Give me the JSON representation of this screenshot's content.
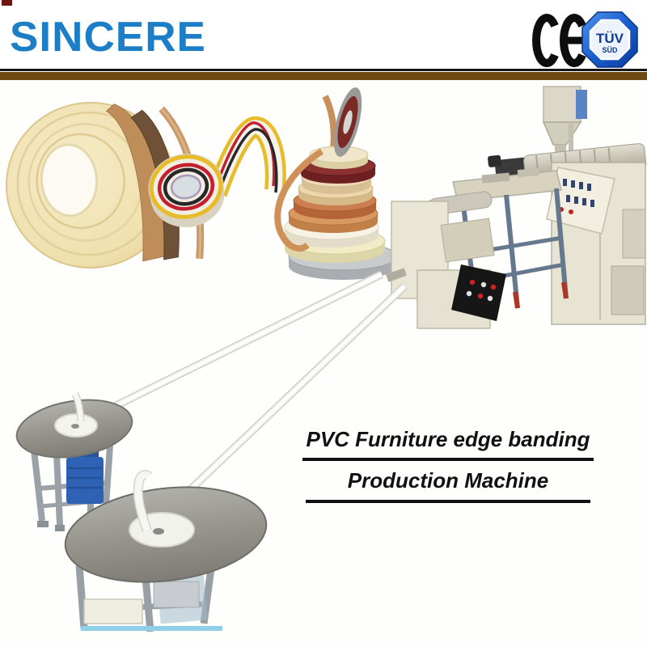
{
  "header": {
    "logo": {
      "text": "SINCERE",
      "color": "#1b7ec6"
    },
    "certifications": {
      "ce_mark": "CE",
      "tuv_badge": {
        "line1": "TÜV",
        "line2": "SÜD",
        "badge_blue": "#1a5fd0",
        "text_blue": "#0e3a94"
      }
    }
  },
  "divider": {
    "top_line_color": "#151515",
    "band_color": "#6f4a12"
  },
  "caption": {
    "line1": "PVC Furniture edge banding",
    "line2": "Production Machine",
    "text_color": "#111111"
  },
  "palette": {
    "machine_beige": "#e8e4d4",
    "frame_gray": "#98a2a8",
    "leg_blue_gray": "#66788e",
    "motor_blue": "#2f62b4",
    "disc_gray": "#96948c",
    "strip_white": "#f4f4f0",
    "base_aqua": "#8fd0e8",
    "band_cream": "#f0e3b4",
    "band_tan": "#bf8d5a",
    "band_brown": "#6f5137",
    "band_maroon": "#7c2a26",
    "stripe_yellow": "#e8bc28",
    "stripe_red": "#c22030",
    "stripe_black": "#28282a"
  }
}
